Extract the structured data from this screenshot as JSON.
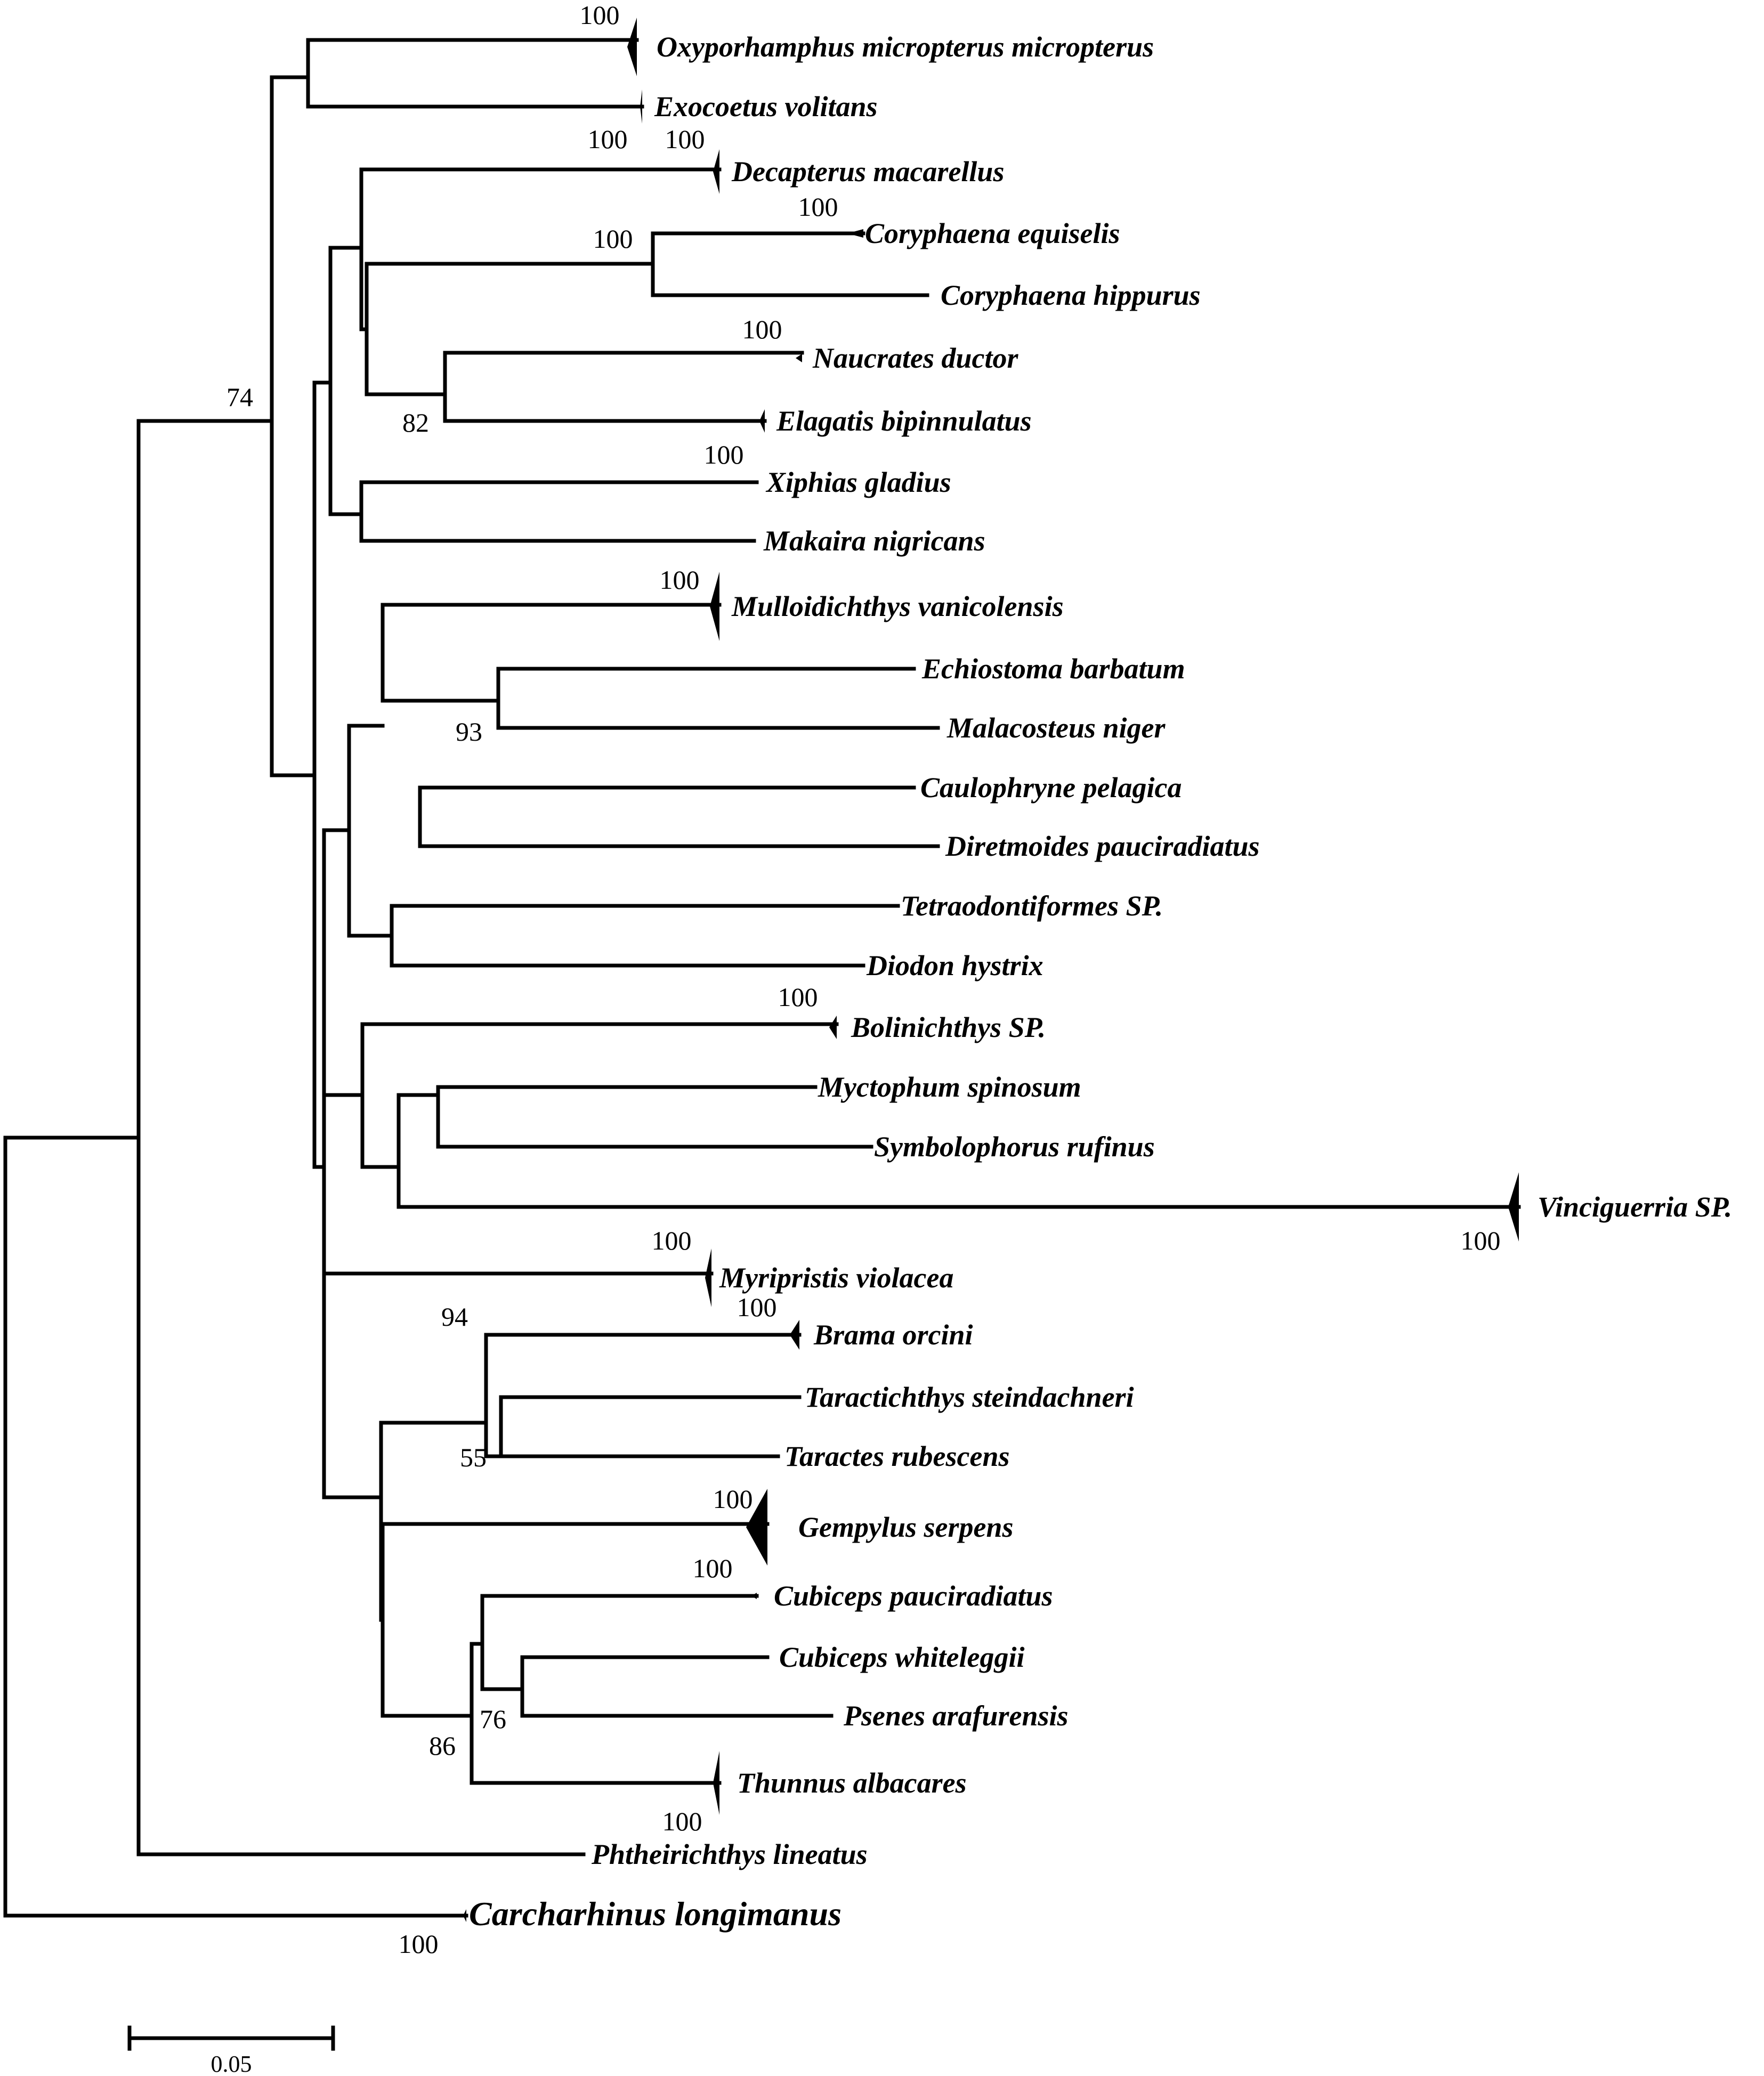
{
  "tree": {
    "leaves": [
      {
        "id": "oxyporhamphus",
        "label": "Oxyporhamphus micropterus micropterus",
        "collapsed": true
      },
      {
        "id": "exocoetus",
        "label": "Exocoetus volitans",
        "collapsed": true
      },
      {
        "id": "decapterus",
        "label": "Decapterus macarellus",
        "collapsed": true
      },
      {
        "id": "coryphaena_equiselis",
        "label": "Coryphaena equiselis",
        "collapsed": true
      },
      {
        "id": "coryphaena_hippurus",
        "label": "Coryphaena hippurus",
        "collapsed": false
      },
      {
        "id": "naucrates",
        "label": "Naucrates ductor",
        "collapsed": true
      },
      {
        "id": "elagatis",
        "label": "Elagatis bipinnulatus",
        "collapsed": true
      },
      {
        "id": "xiphias",
        "label": "Xiphias gladius",
        "collapsed": false
      },
      {
        "id": "makaira",
        "label": "Makaira nigricans",
        "collapsed": false
      },
      {
        "id": "mulloidichthys",
        "label": "Mulloidichthys vanicolensis",
        "collapsed": true
      },
      {
        "id": "echiostoma",
        "label": "Echiostoma barbatum",
        "collapsed": false
      },
      {
        "id": "malacosteus",
        "label": "Malacosteus niger",
        "collapsed": false
      },
      {
        "id": "caulophryne",
        "label": "Caulophryne pelagica",
        "collapsed": false
      },
      {
        "id": "diretmoides",
        "label": "Diretmoides pauciradiatus",
        "collapsed": false
      },
      {
        "id": "tetraodontiformes",
        "label": "Tetraodontiformes SP.",
        "collapsed": false
      },
      {
        "id": "diodon",
        "label": "Diodon hystrix",
        "collapsed": false
      },
      {
        "id": "bolinichthys",
        "label": "Bolinichthys SP.",
        "collapsed": true
      },
      {
        "id": "myctophum",
        "label": "Myctophum spinosum",
        "collapsed": false
      },
      {
        "id": "symbolophorus",
        "label": "Symbolophorus rufinus",
        "collapsed": false
      },
      {
        "id": "vinciguerria",
        "label": "Vinciguerria SP.",
        "collapsed": true
      },
      {
        "id": "myripristis",
        "label": "Myripristis violacea",
        "collapsed": true
      },
      {
        "id": "brama",
        "label": "Brama orcini",
        "collapsed": true
      },
      {
        "id": "taractichthys",
        "label": "Taractichthys steindachneri",
        "collapsed": false
      },
      {
        "id": "taractes",
        "label": "Taractes rubescens",
        "collapsed": false
      },
      {
        "id": "gempylus",
        "label": "Gempylus serpens",
        "collapsed": true
      },
      {
        "id": "cubiceps_pauciradiatus",
        "label": "Cubiceps pauciradiatus",
        "collapsed": true
      },
      {
        "id": "cubiceps_whiteleggii",
        "label": "Cubiceps whiteleggii",
        "collapsed": false
      },
      {
        "id": "psenes",
        "label": "Psenes arafurensis",
        "collapsed": false
      },
      {
        "id": "thunnus",
        "label": "Thunnus albacares",
        "collapsed": true
      },
      {
        "id": "phtheirichthys",
        "label": "Phtheirichthys lineatus",
        "collapsed": false
      },
      {
        "id": "carcharhinus",
        "label": "Carcharhinus longimanus",
        "collapsed": true,
        "outgroup": true
      }
    ],
    "support_values": [
      "100",
      "100",
      "100",
      "100",
      "100",
      "100",
      "82",
      "100",
      "74",
      "100",
      "93",
      "100",
      "100",
      "100",
      "100",
      "94",
      "55",
      "100",
      "100",
      "76",
      "86",
      "100",
      "100"
    ]
  },
  "scale_bar": {
    "label": "0.05",
    "value": 0.05
  }
}
